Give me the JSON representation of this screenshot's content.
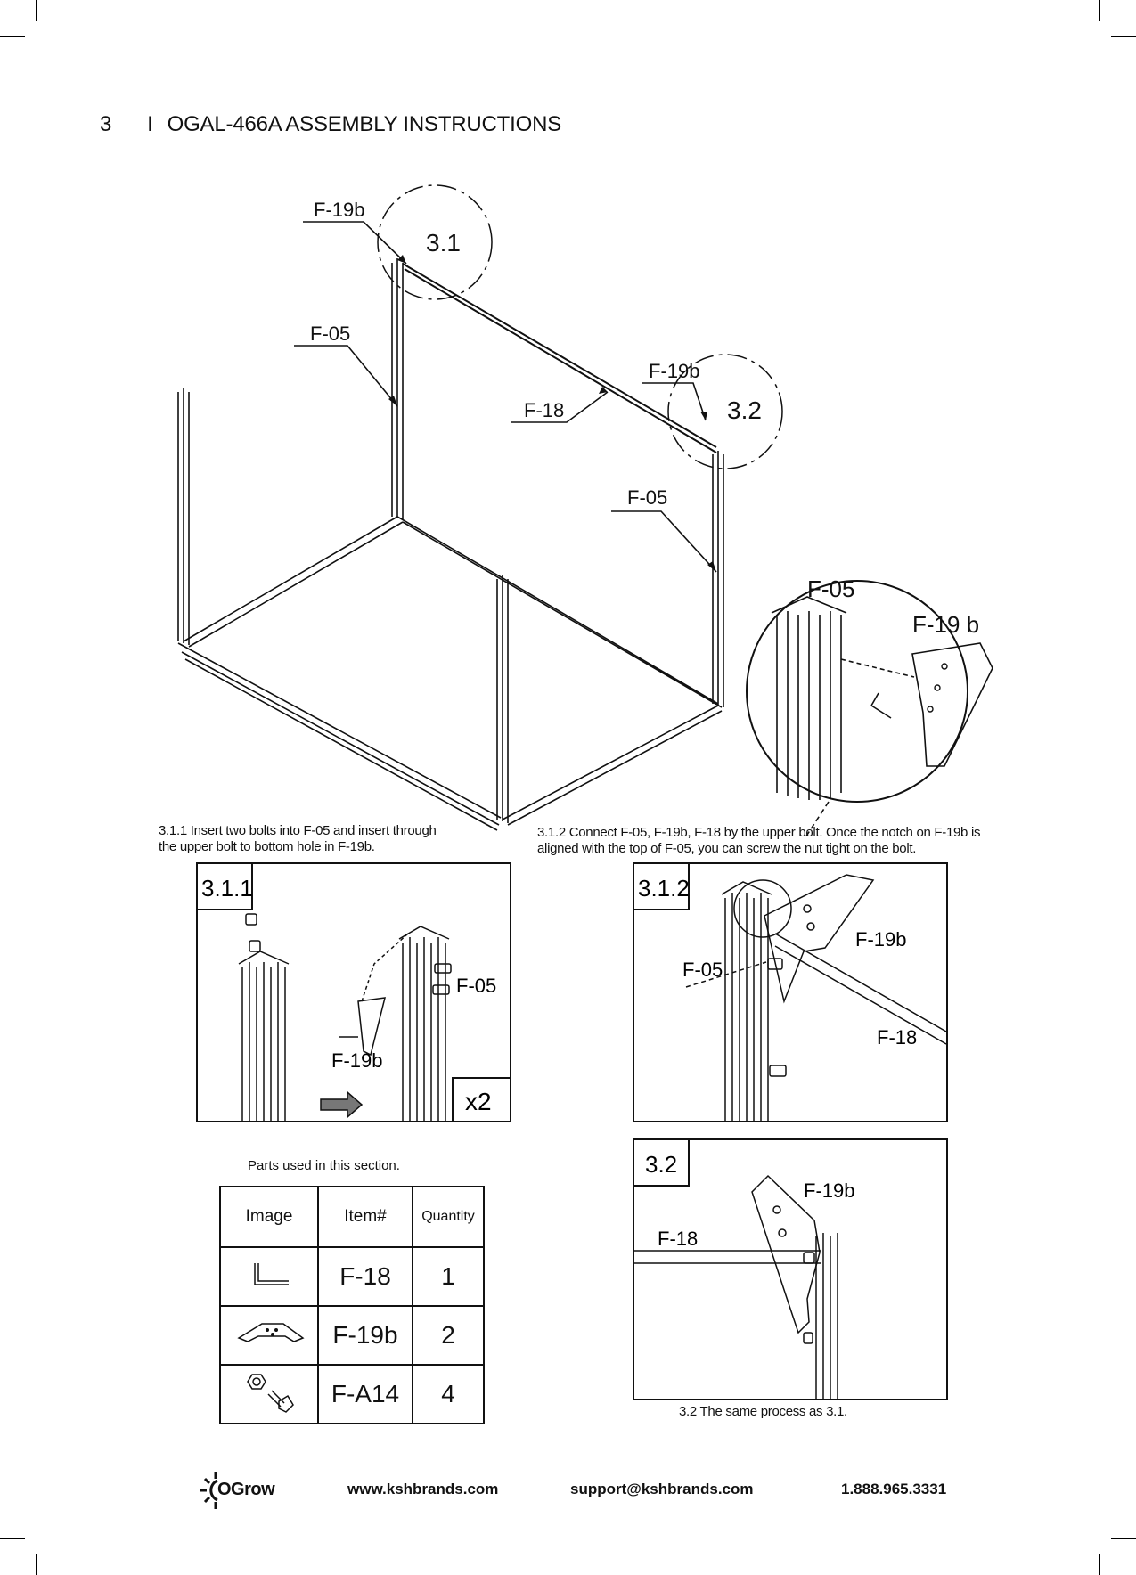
{
  "header": {
    "page_number": "3",
    "separator": "I",
    "title": "OGAL-466A ASSEMBLY INSTRUCTIONS"
  },
  "main_diagram": {
    "callouts": [
      "F-19b",
      "F-05",
      "F-18",
      "F-19b",
      "F-05"
    ],
    "detail_labels": [
      "3.1",
      "3.2"
    ],
    "zoom_labels": [
      "F-05",
      "F-19 b"
    ]
  },
  "steps": {
    "s311": {
      "caption_line1": "3.1.1 Insert two bolts into F-05 and insert through",
      "caption_line2": "the upper bolt to bottom hole in F-19b.",
      "box_label": "3.1.1",
      "labels": [
        "F-05",
        "F-19b"
      ],
      "multiplier": "x2"
    },
    "s312": {
      "caption_line1": "3.1.2 Connect F-05, F-19b, F-18 by the upper bolt. Once the notch on F-19b is",
      "caption_line2": "aligned with the top of F-05, you can screw the nut tight on the bolt.",
      "box_label": "3.1.2",
      "labels": [
        "F-05",
        "F-19b",
        "F-18"
      ]
    },
    "s32": {
      "box_label": "3.2",
      "labels": [
        "F-19b",
        "F-18"
      ],
      "caption": "3.2 The same process as 3.1."
    }
  },
  "parts_table": {
    "caption": "Parts used in this section.",
    "headers": [
      "Image",
      "Item#",
      "Quantity"
    ],
    "rows": [
      {
        "icon": "angle-bar-icon",
        "item": "F-18",
        "qty": "1"
      },
      {
        "icon": "bracket-plate-icon",
        "item": "F-19b",
        "qty": "2"
      },
      {
        "icon": "nut-bolt-icon",
        "item": "F-A14",
        "qty": "4"
      }
    ]
  },
  "footer": {
    "logo_text": "OGrow",
    "website": "www.kshbrands.com",
    "email": "support@kshbrands.com",
    "phone": "1.888.965.3331"
  }
}
